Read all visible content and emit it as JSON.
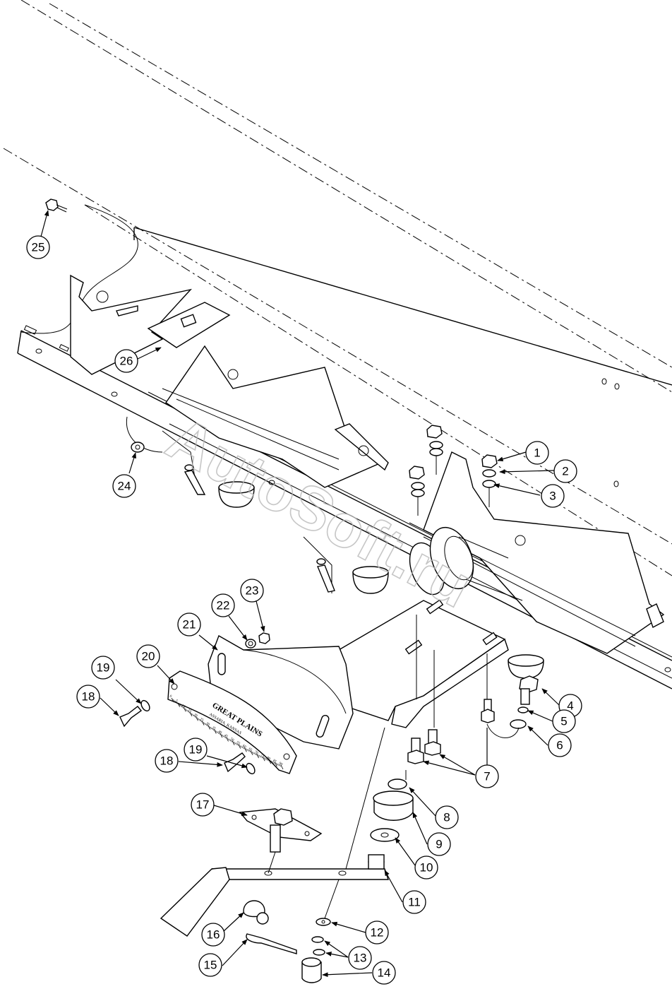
{
  "watermark": "AutoSoft.ru",
  "gauge": {
    "brand": "GREAT PLAINS",
    "location": "ASSARIA, KANSAS",
    "scale_labels": [
      "0",
      "5",
      "10",
      "15",
      "20",
      "25",
      "30",
      "35",
      "40",
      "45",
      "50",
      "55",
      "60",
      "65",
      "70",
      "75",
      "80",
      "85",
      "90"
    ]
  },
  "callouts": [
    "1",
    "2",
    "3",
    "4",
    "5",
    "6",
    "7",
    "8",
    "9",
    "10",
    "11",
    "12",
    "13",
    "14",
    "15",
    "16",
    "17",
    "18",
    "19",
    "20",
    "21",
    "22",
    "23",
    "24",
    "25",
    "26"
  ],
  "callouts_repeated": {
    "18b": "18",
    "19b": "19"
  }
}
